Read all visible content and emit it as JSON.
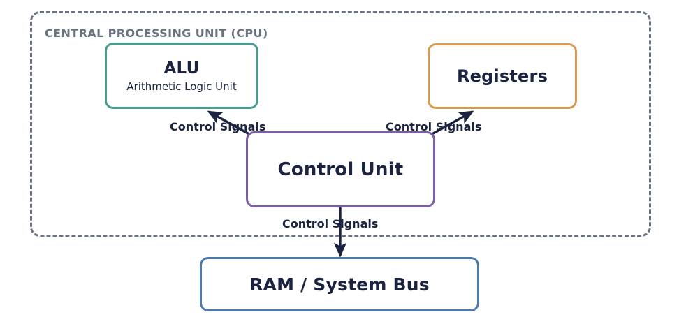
{
  "diagram": {
    "container": {
      "label": "CENTRAL PROCESSING UNIT (CPU)",
      "border_color": "#6b7280",
      "border_style": "dashed"
    },
    "nodes": [
      {
        "id": "alu",
        "title": "ALU",
        "subtitle": "Arithmetic Logic Unit",
        "border_color": "#479e8e"
      },
      {
        "id": "registers",
        "title": "Registers",
        "subtitle": "",
        "border_color": "#d89a4f"
      },
      {
        "id": "control-unit",
        "title": "Control Unit",
        "subtitle": "",
        "border_color": "#7b5ea7"
      },
      {
        "id": "ram",
        "title": "RAM / System Bus",
        "subtitle": "",
        "border_color": "#4a7ab0"
      }
    ],
    "edges": [
      {
        "id": "cu-to-alu",
        "from": "control-unit",
        "to": "alu",
        "label": "Control Signals",
        "color": "#1b2340"
      },
      {
        "id": "cu-to-registers",
        "from": "control-unit",
        "to": "registers",
        "label": "Control Signals",
        "color": "#1b2340"
      },
      {
        "id": "cu-to-ram",
        "from": "control-unit",
        "to": "ram",
        "label": "Control Signals",
        "color": "#1b2340"
      }
    ],
    "colors": {
      "text": "#1b2340",
      "muted": "#6b7280",
      "background": "#ffffff"
    }
  }
}
